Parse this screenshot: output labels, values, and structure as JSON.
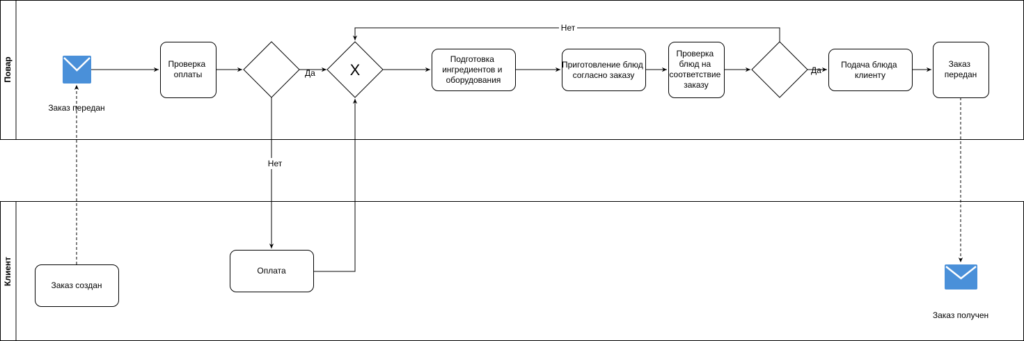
{
  "lanes": {
    "top": "Повар",
    "bottom": "Клиент"
  },
  "events": {
    "message_start": "Заказ передан",
    "message_end": "Заказ получен"
  },
  "tasks": {
    "check_payment": [
      "Проверка",
      "оплаты"
    ],
    "prepare_ingredients": [
      "Подготовка",
      "ингредиентов и",
      "оборудования"
    ],
    "cook": [
      "Приготовление блюд",
      "согласно заказу"
    ],
    "check_dishes": [
      "Проверка",
      "блюд на",
      "соответствие",
      "заказу"
    ],
    "serve": [
      "Подача блюда",
      "клиенту"
    ],
    "order_passed": [
      "Заказ",
      "передан"
    ],
    "order_created": [
      "Заказ создан"
    ],
    "payment": [
      "Оплата"
    ]
  },
  "gateways": {
    "exclusive_marker": "X"
  },
  "flow_labels": {
    "yes_1": "Да",
    "no_1": "Нет",
    "yes_2": "Да",
    "no_loop": "Нет"
  },
  "colors": {
    "envelope": "#4A90D9",
    "stroke": "#000000",
    "background": "#ffffff"
  }
}
